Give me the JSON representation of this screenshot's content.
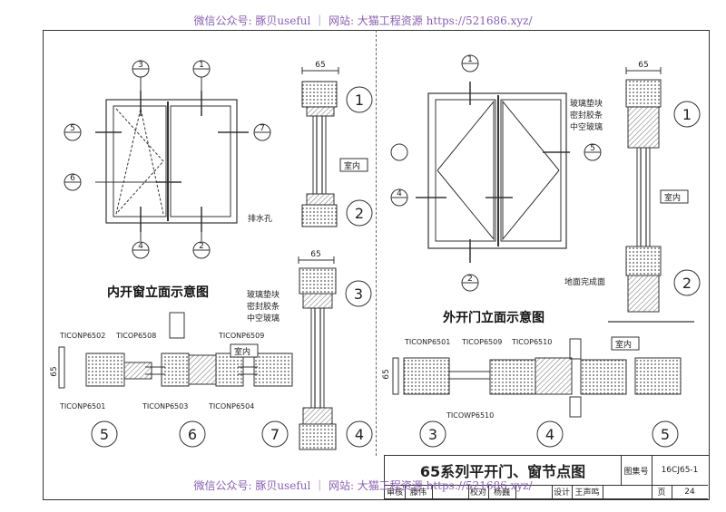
{
  "watermark": "微信公众号: 豚贝useful ｜ 网站: 大猫工程资源 https://521686.xyz/",
  "left_title": "内开窗立面示意图",
  "right_title": "外开门立面示意图",
  "dim": "65",
  "callouts_circle": {
    "c1": "1",
    "c2": "2",
    "c3": "3",
    "c4": "4",
    "c5": "5",
    "c6": "6",
    "c7": "7",
    "r1": "1",
    "r2": "2",
    "r3": "3",
    "r4": "4",
    "r5": "5"
  },
  "section_markers": {
    "s3": "3",
    "s1": "1",
    "s5": "5",
    "s7": "7",
    "s6": "6",
    "s4": "4",
    "s2": "2",
    "d1": "1",
    "d5": "5",
    "d4": "4",
    "d2": "2"
  },
  "labels": {
    "indoor": "室内",
    "drain_hole": "排水孔",
    "glass_pad": "玻璃垫块",
    "seal_strip": "密封胶条",
    "hollow_glass": "中空玻璃",
    "floor_finish": "地面完成面"
  },
  "codes": {
    "a": "TICONP6502",
    "b": "TICOP6508",
    "c": "TICONP6509",
    "d": "TICONP6501",
    "e": "TICONP6503",
    "f": "TICONP6504",
    "g": "TICONP6501",
    "h": "TICOP6509",
    "i": "TICOP6510",
    "j": "TICOWP6510"
  },
  "title_block": {
    "main": "65系列平开门、窗节点图",
    "atlas_label": "图集号",
    "atlas_no": "16CJ65-1",
    "page_label": "页",
    "page_no": "24",
    "row2": [
      "审核",
      "滕伟",
      "校对",
      "杨巍",
      "设计",
      "王声鸣"
    ]
  }
}
